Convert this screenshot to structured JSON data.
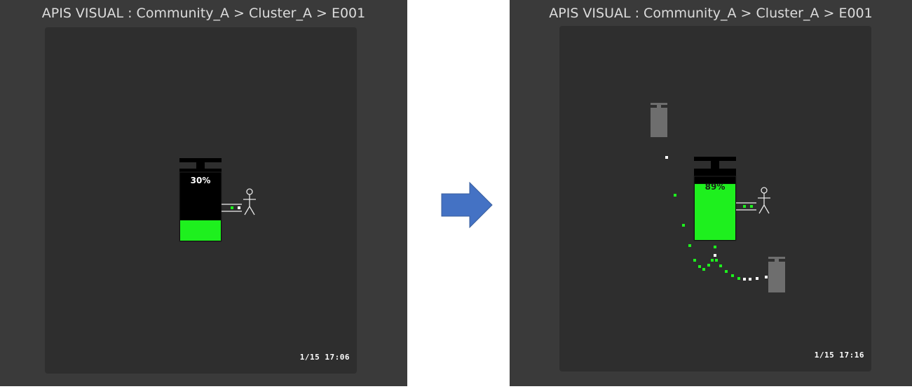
{
  "before": {
    "title": "APIS VISUAL : Community_A > Cluster_A > E001",
    "battery": {
      "charge_percent": 30,
      "label": "30%"
    },
    "timestamp": "1/15 17:06"
  },
  "after": {
    "title": "APIS VISUAL : Community_A > Cluster_A > E001",
    "battery": {
      "charge_percent": 89,
      "label": "89%"
    },
    "timestamp": "1/15 17:16"
  },
  "colors": {
    "panel_bg": "#3a3a3a",
    "canvas_bg": "#2e2e2e",
    "charge_green": "#1ef01e",
    "battery_empty": "#000000",
    "remote_unit_gray": "#6e6e6e",
    "arrow_blue": "#4472c4"
  },
  "icons": {
    "person": "person-icon",
    "arrow": "right-arrow-icon",
    "battery": "battery-icon"
  }
}
